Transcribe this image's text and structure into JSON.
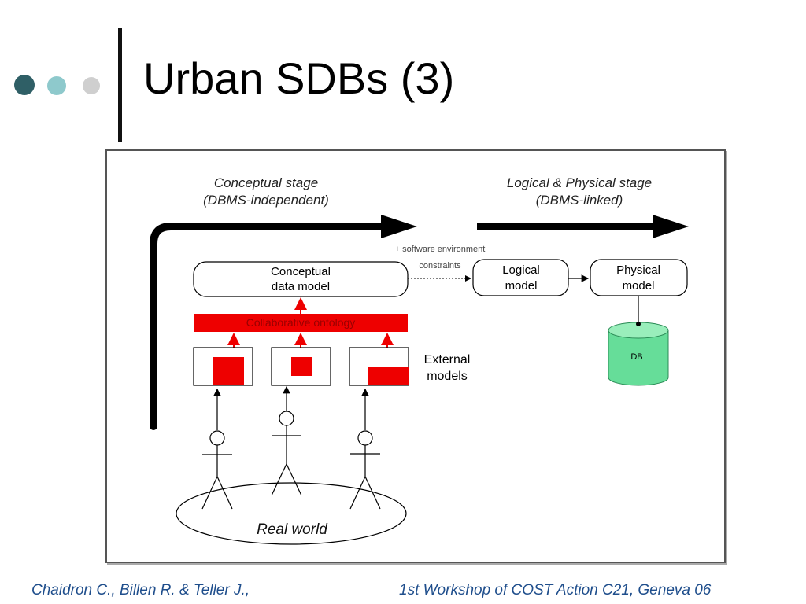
{
  "slide": {
    "title": "Urban SDBs (3)",
    "bullet_dot_colors": [
      "#2f5f66",
      "#8ec9cc",
      "#cfcfcf"
    ]
  },
  "diagram": {
    "stage_left_line1": "Conceptual stage",
    "stage_left_line2": "(DBMS-independent)",
    "stage_right_line1": "Logical & Physical stage",
    "stage_right_line2": "(DBMS-linked)",
    "software_env": "+ software environment",
    "constraints": "constraints",
    "conceptual_line1": "Conceptual",
    "conceptual_line2": "data model",
    "ontology": "Collaborative ontology",
    "logical_line1": "Logical",
    "logical_line2": "model",
    "physical_line1": "Physical",
    "physical_line2": "model",
    "db": "DB",
    "external_line1": "External",
    "external_line2": "models",
    "real_world": "Real world",
    "colors": {
      "red": "#ee0000",
      "db_green": "#66dd99",
      "arrow": "#000000"
    }
  },
  "footer": {
    "left": "Chaidron C., Billen R. & Teller J.,",
    "right": "1st Workshop of COST Action C21, Geneva 06"
  }
}
